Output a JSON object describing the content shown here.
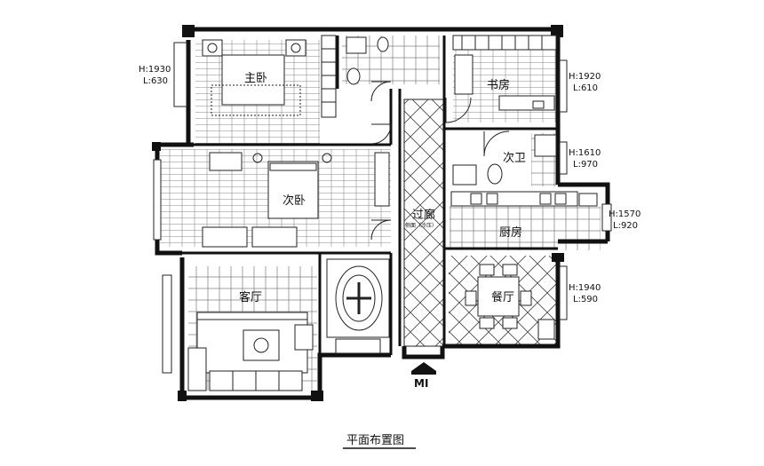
{
  "rooms": {
    "master_bedroom": "主卧",
    "study": "书房",
    "second_bath": "次卫",
    "second_bedroom": "次卧",
    "corridor": "过廊",
    "corridor_note": "侧面（冷压）",
    "kitchen": "厨房",
    "living_room": "客厅",
    "dining_room": "餐厅"
  },
  "windows": {
    "master_h": "H:1930",
    "master_l": "L:630",
    "study_h": "H:1920",
    "study_l": "L:610",
    "bath_h": "H:1610",
    "bath_l": "L:970",
    "kitchen_h": "H:1570",
    "kitchen_l": "L:920",
    "dining_h": "H:1940",
    "dining_l": "L:590"
  },
  "entrance_label": "MI",
  "title": "平面布置图",
  "colors": {
    "wall": "#111111",
    "line": "#333333",
    "background": "#ffffff"
  }
}
